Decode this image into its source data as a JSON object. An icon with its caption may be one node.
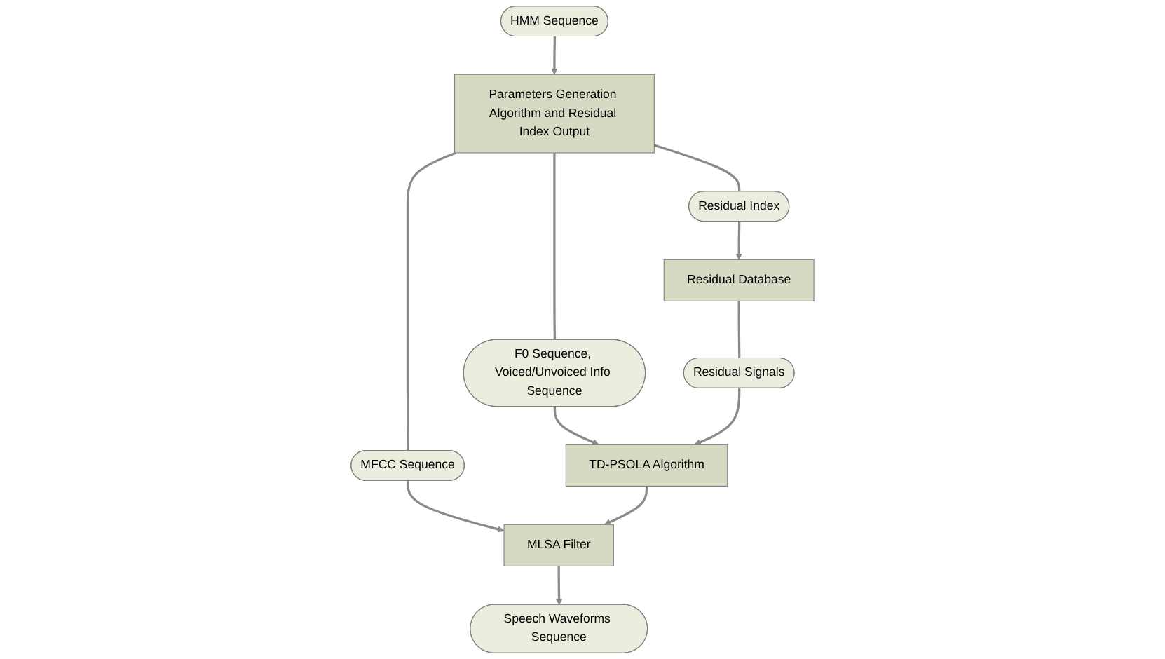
{
  "diagram": {
    "nodes": [
      {
        "text": [
          "HMM Sequence"
        ]
      },
      {
        "text": [
          "Parameters Generation Algorithm and Residual Index Output"
        ]
      },
      {
        "text": [
          "Residual Index"
        ]
      },
      {
        "text": [
          "F0 Sequence, Voiced/Unvoiced Info Sequence"
        ]
      },
      {
        "text": [
          "MFCC Sequence"
        ]
      },
      {
        "text": [
          "Residual Database"
        ]
      },
      {
        "text": [
          "Residual Signals"
        ]
      },
      {
        "text": [
          "TD-PSOLA Algorithm"
        ]
      },
      {
        "text": [
          "MLSA Filter"
        ]
      },
      {
        "text": [
          "Speech Waveforms Sequence"
        ]
      }
    ],
    "edges": [
      {
        "from": 0,
        "to": 1,
        "arrow": "to"
      },
      {
        "from": 1,
        "to": 2,
        "arrow": "none"
      },
      {
        "from": 1,
        "to": 3,
        "arrow": "none"
      },
      {
        "from": 1,
        "to": 4,
        "arrow": "none"
      },
      {
        "from": 2,
        "to": 5,
        "arrow": "to"
      },
      {
        "from": 5,
        "to": 6,
        "arrow": "none"
      },
      {
        "from": 3,
        "to": 7,
        "arrow": "to"
      },
      {
        "from": 6,
        "to": 7,
        "arrow": "to"
      },
      {
        "from": 4,
        "to": 8,
        "arrow": "to"
      },
      {
        "from": 7,
        "to": 8,
        "arrow": "to"
      },
      {
        "from": 8,
        "to": 9,
        "arrow": "to"
      }
    ]
  }
}
